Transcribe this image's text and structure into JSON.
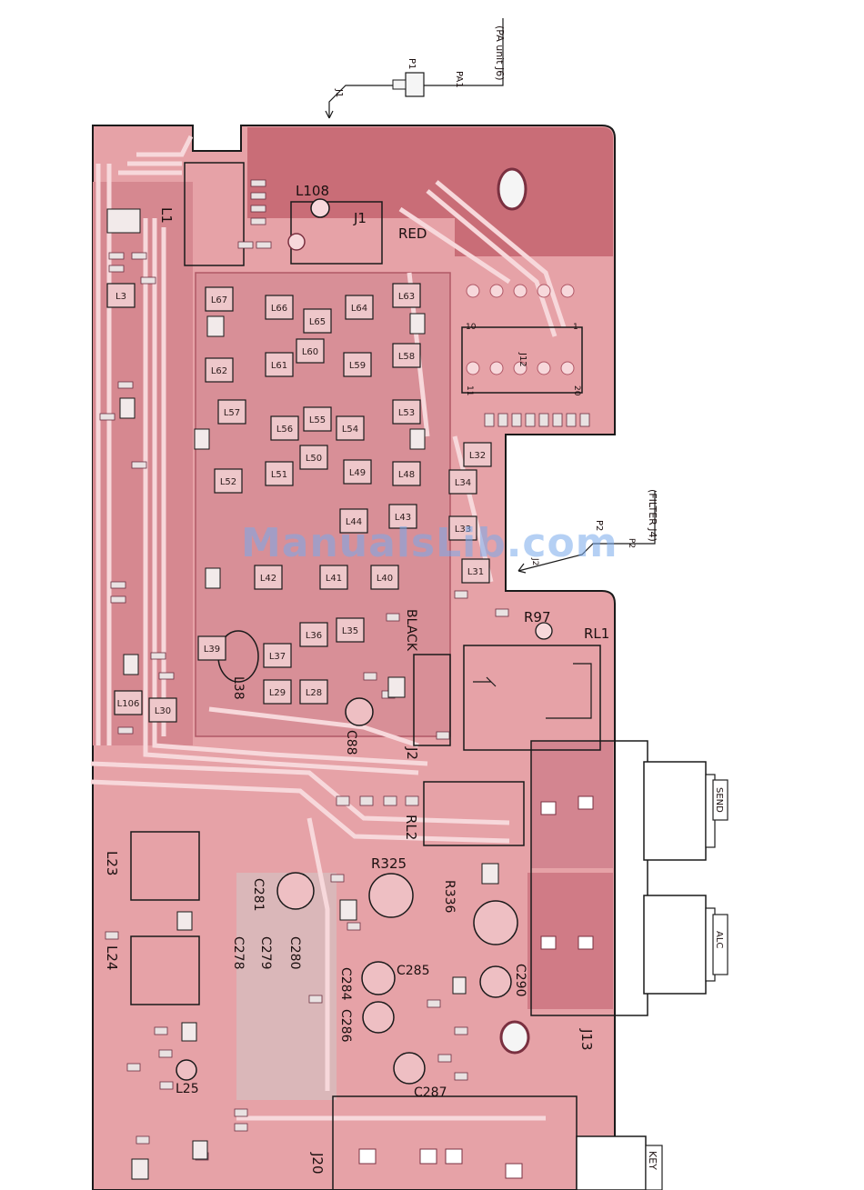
{
  "labels": {
    "pa_unit": "(PA unit J6)",
    "pa1": "PA1",
    "p1": "P1",
    "j1_top": "J1",
    "filter_j4": "(FILTER J4)",
    "p2": "P2",
    "p2b": "P2",
    "j2_arrow": "J2",
    "l108": "L108",
    "j1": "J1",
    "red": "RED",
    "black": "BLACK",
    "r97": "R97",
    "rl1": "RL1",
    "j2": "J2",
    "c88": "C88",
    "rl2": "RL2",
    "r325": "R325",
    "r336": "R336",
    "c281": "C281",
    "c278": "C278",
    "c279": "C279",
    "c280": "C280",
    "c284": "C284",
    "c285": "C285",
    "c286": "C286",
    "c287": "C287",
    "c290": "C290",
    "j13": "J13",
    "j20": "J20",
    "l23": "L23",
    "l24": "L24",
    "l25": "L25",
    "l38": "L38",
    "l1": "L1",
    "ic_j12": "J12",
    "pin10": "10",
    "pin1": "1",
    "pin11": "11",
    "pin20": "20"
  },
  "tags": {
    "send": "SEND",
    "alc": "ALC",
    "key": "KEY"
  },
  "parts": [
    {
      "ref": "L67"
    },
    {
      "ref": "L66"
    },
    {
      "ref": "L65"
    },
    {
      "ref": "L64"
    },
    {
      "ref": "L63"
    },
    {
      "ref": "L62"
    },
    {
      "ref": "L61"
    },
    {
      "ref": "L60"
    },
    {
      "ref": "L59"
    },
    {
      "ref": "L58"
    },
    {
      "ref": "L57"
    },
    {
      "ref": "L56"
    },
    {
      "ref": "L55"
    },
    {
      "ref": "L54"
    },
    {
      "ref": "L53"
    },
    {
      "ref": "L52"
    },
    {
      "ref": "L51"
    },
    {
      "ref": "L50"
    },
    {
      "ref": "L49"
    },
    {
      "ref": "L48"
    },
    {
      "ref": "L44"
    },
    {
      "ref": "L43"
    },
    {
      "ref": "L42"
    },
    {
      "ref": "L41"
    },
    {
      "ref": "L40"
    },
    {
      "ref": "L37"
    },
    {
      "ref": "L36"
    },
    {
      "ref": "L35"
    },
    {
      "ref": "L29"
    },
    {
      "ref": "L28"
    },
    {
      "ref": "L34"
    },
    {
      "ref": "L33"
    },
    {
      "ref": "L32"
    },
    {
      "ref": "L31"
    },
    {
      "ref": "L3"
    },
    {
      "ref": "L39"
    },
    {
      "ref": "L30"
    },
    {
      "ref": "L106"
    }
  ],
  "watermark": "ManualsLib.com",
  "colors": {
    "board": "#e6a2a7",
    "copper_dark": "#c96d77",
    "trace": "#f7d8db",
    "outline": "#1a1a1a"
  }
}
